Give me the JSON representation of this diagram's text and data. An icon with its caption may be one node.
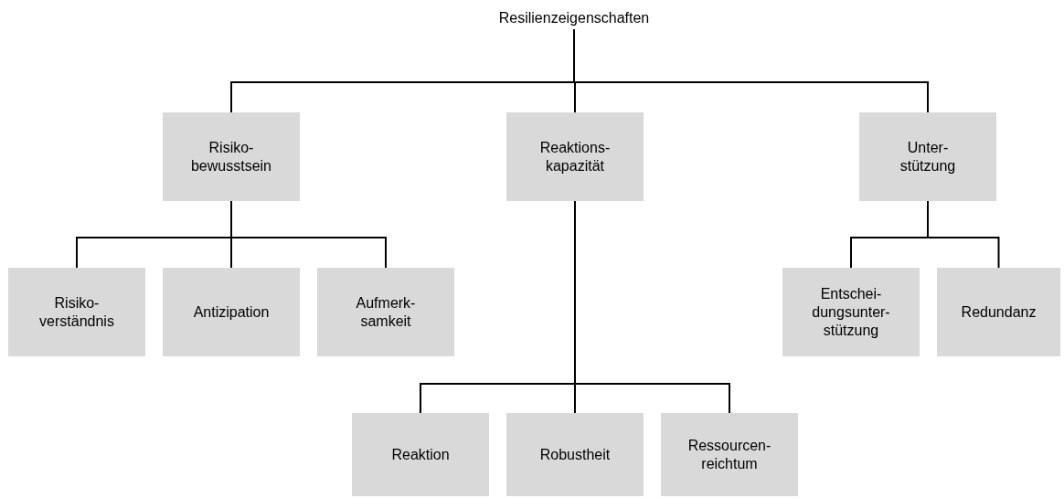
{
  "diagram": {
    "nodes": [
      {
        "text": [
          "Resilienzeigenschaften"
        ]
      },
      {
        "text": [
          "Risiko- bewusstsein"
        ]
      },
      {
        "text": [
          "Reaktions- kapazität"
        ]
      },
      {
        "text": [
          "Unter- stützung"
        ]
      },
      {
        "text": [
          "Risiko- verständnis"
        ]
      },
      {
        "text": [
          "Antizipation"
        ]
      },
      {
        "text": [
          "Aufmerk- samkeit"
        ]
      },
      {
        "text": [
          "Entschei- dungsunter- stützung"
        ]
      },
      {
        "text": [
          "Redundanz"
        ]
      },
      {
        "text": [
          "Reaktion"
        ]
      },
      {
        "text": [
          "Robustheit"
        ]
      },
      {
        "text": [
          "Ressourcen- reichtum"
        ]
      }
    ],
    "edges": [
      {
        "from": 0,
        "to": 1,
        "arrow": "none"
      },
      {
        "from": 0,
        "to": 2,
        "arrow": "none"
      },
      {
        "from": 0,
        "to": 3,
        "arrow": "none"
      },
      {
        "from": 1,
        "to": 4,
        "arrow": "none"
      },
      {
        "from": 1,
        "to": 5,
        "arrow": "none"
      },
      {
        "from": 1,
        "to": 6,
        "arrow": "none"
      },
      {
        "from": 3,
        "to": 7,
        "arrow": "none"
      },
      {
        "from": 3,
        "to": 8,
        "arrow": "none"
      },
      {
        "from": 2,
        "to": 9,
        "arrow": "none"
      },
      {
        "from": 2,
        "to": 10,
        "arrow": "none"
      },
      {
        "from": 2,
        "to": 11,
        "arrow": "none"
      }
    ]
  }
}
